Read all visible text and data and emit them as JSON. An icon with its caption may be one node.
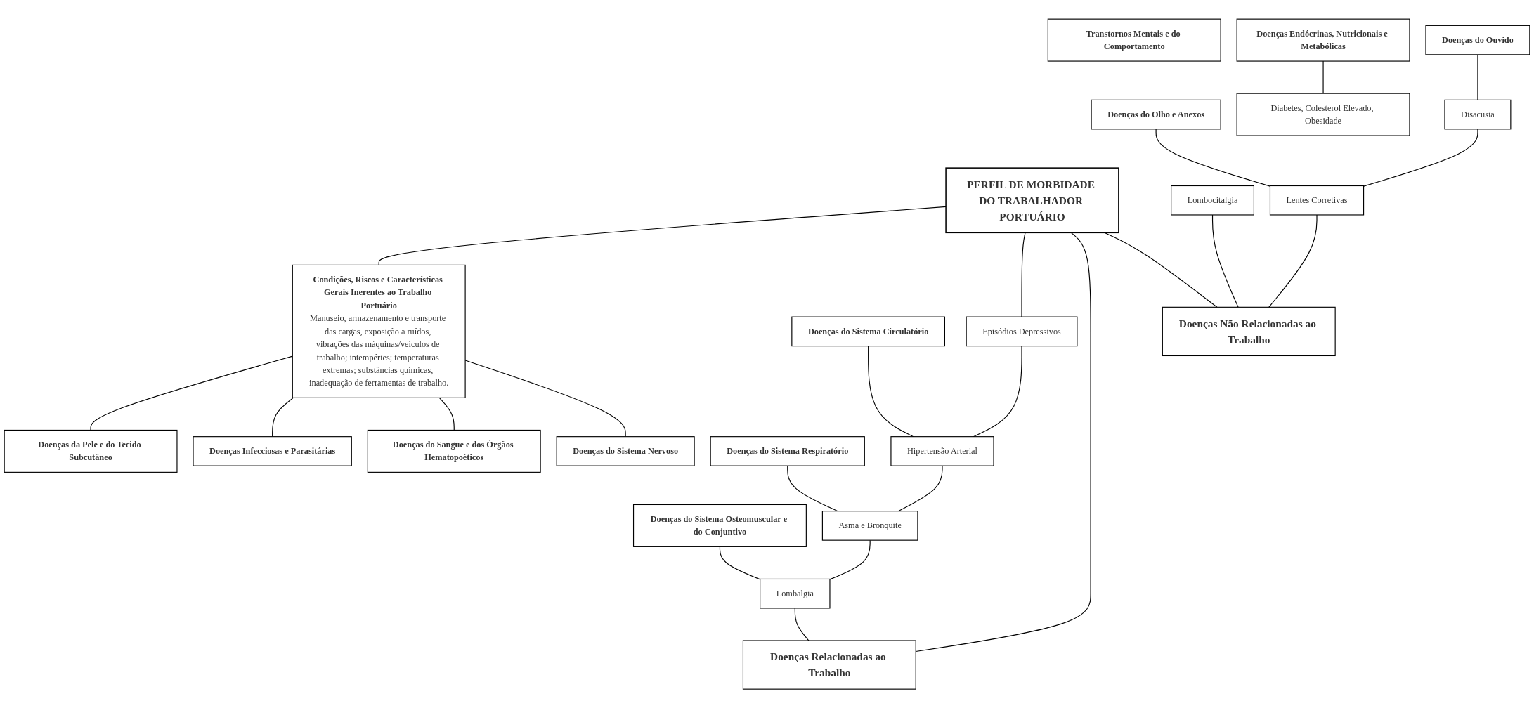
{
  "diagram": {
    "nodes": [
      {
        "text": [
          "PERFIL DE MORBIDADE DO TRABALHADOR PORTUÁRIO"
        ]
      },
      {
        "text": [
          "Condições, Riscos e Características Gerais Inerentes ao Trabalho Portuário",
          "Manuseio, armazenamento e transporte das cargas, exposição a ruídos, vibrações das máquinas/veículos de trabalho; intempéries; temperaturas extremas; substâncias químicas, inadequação de ferramentas de trabalho."
        ]
      },
      {
        "text": [
          "Doenças da Pele e do Tecido Subcutâneo"
        ]
      },
      {
        "text": [
          "Doenças Infecciosas e Parasitárias"
        ]
      },
      {
        "text": [
          "Doenças do Sangue e dos Órgãos Hematopoéticos"
        ]
      },
      {
        "text": [
          "Doenças do Sistema Nervoso"
        ]
      },
      {
        "text": [
          "Transtornos Mentais e do Comportamento"
        ]
      },
      {
        "text": [
          "Doenças do Sistema Circulatório"
        ]
      },
      {
        "text": [
          "Doenças do Sistema Respiratório"
        ]
      },
      {
        "text": [
          "Doenças do Sistema Osteomuscular e do Conjuntivo"
        ]
      },
      {
        "text": [
          "Doenças Endócrinas, Nutricionais e Metabólicas"
        ]
      },
      {
        "text": [
          "Doenças do Ouvido"
        ]
      },
      {
        "text": [
          "Doenças do Olho e Anexos"
        ]
      },
      {
        "text": [
          "Episódios Depressivos"
        ]
      },
      {
        "text": [
          "Hipertensão Arterial"
        ]
      },
      {
        "text": [
          "Asma e Bronquite"
        ]
      },
      {
        "text": [
          "Lombalgia"
        ]
      },
      {
        "text": [
          "Lombocitalgia"
        ]
      },
      {
        "text": [
          "Diabetes, Colesterol Elevado, Obesidade"
        ]
      },
      {
        "text": [
          "Disacusia"
        ]
      },
      {
        "text": [
          "Lentes Corretivas"
        ]
      },
      {
        "text": [
          "Doenças Relacionadas ao Trabalho"
        ]
      },
      {
        "text": [
          "Doenças Não Relacionadas ao Trabalho"
        ]
      }
    ],
    "edges": [
      {
        "from": 0,
        "to": 1,
        "arrow": "none"
      },
      {
        "from": 1,
        "to": 2,
        "arrow": "none"
      },
      {
        "from": 1,
        "to": 3,
        "arrow": "none"
      },
      {
        "from": 1,
        "to": 4,
        "arrow": "none"
      },
      {
        "from": 1,
        "to": 5,
        "arrow": "none"
      },
      {
        "from": 0,
        "to": 13,
        "arrow": "none"
      },
      {
        "from": 0,
        "to": 21,
        "arrow": "none"
      },
      {
        "from": 0,
        "to": 22,
        "arrow": "none"
      },
      {
        "from": 7,
        "to": 14,
        "arrow": "none"
      },
      {
        "from": 8,
        "to": 15,
        "arrow": "none"
      },
      {
        "from": 9,
        "to": 16,
        "arrow": "none"
      },
      {
        "from": 13,
        "to": 14,
        "arrow": "none"
      },
      {
        "from": 14,
        "to": 15,
        "arrow": "none"
      },
      {
        "from": 15,
        "to": 16,
        "arrow": "none"
      },
      {
        "from": 16,
        "to": 21,
        "arrow": "none"
      },
      {
        "from": 17,
        "to": 22,
        "arrow": "none"
      },
      {
        "from": 10,
        "to": 18,
        "arrow": "none"
      },
      {
        "from": 11,
        "to": 19,
        "arrow": "none"
      },
      {
        "from": 12,
        "to": 20,
        "arrow": "none"
      },
      {
        "from": 19,
        "to": 20,
        "arrow": "none"
      },
      {
        "from": 20,
        "to": 22,
        "arrow": "none"
      }
    ]
  }
}
